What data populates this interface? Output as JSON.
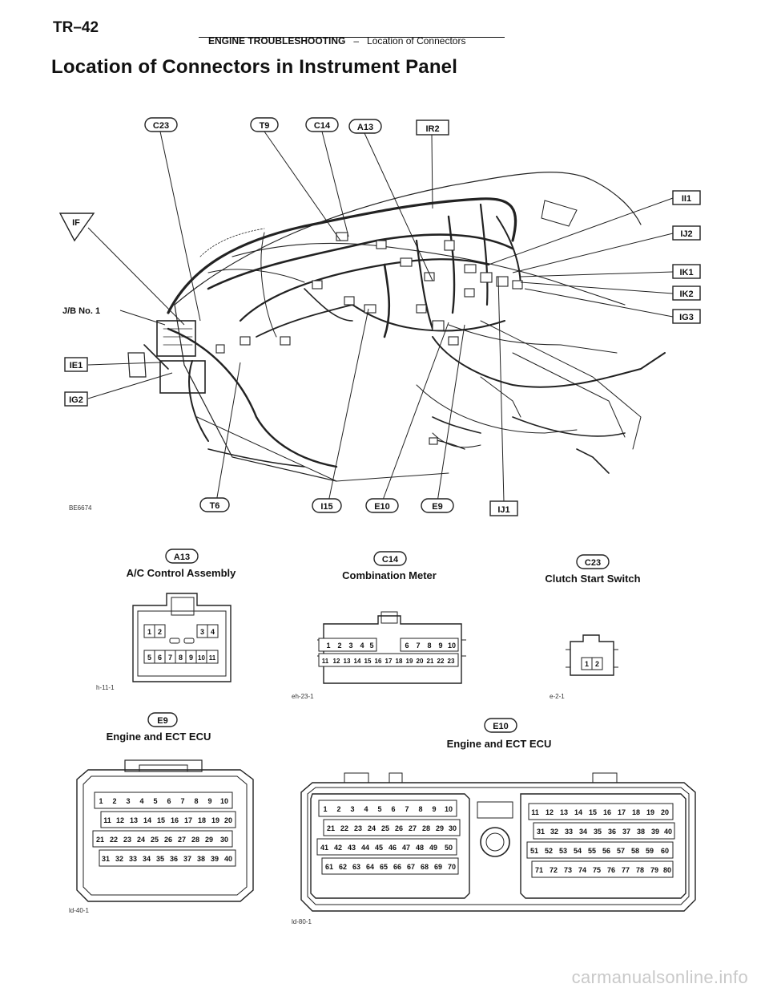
{
  "page": {
    "number": "TR–42",
    "section": "ENGINE TROUBLESHOOTING",
    "separator": "–",
    "subsection": "Location of Connectors",
    "title": "Location of Connectors in Instrument Panel",
    "watermark": "carmanualsonline.info"
  },
  "diagram": {
    "ref_code": "BE6674",
    "labels": {
      "c23": "C23",
      "t9": "T9",
      "c14": "C14",
      "a13": "A13",
      "ir2": "IR2",
      "if": "IF",
      "jb1": "J/B No. 1",
      "ie1": "IE1",
      "ig2": "IG2",
      "ii1": "II1",
      "ij2": "IJ2",
      "ik1": "IK1",
      "ik2": "IK2",
      "ig3": "IG3",
      "t6": "T6",
      "i15": "I15",
      "e10": "E10",
      "e9": "E9",
      "ij1": "IJ1"
    }
  },
  "connectors": {
    "a13": {
      "code": "A13",
      "name": "A/C Control Assembly",
      "ref": "h-11-1",
      "row1_left": [
        "1",
        "2"
      ],
      "row1_right": [
        "3",
        "4"
      ],
      "row2": [
        "5",
        "6",
        "7",
        "8",
        "9",
        "10",
        "11"
      ]
    },
    "c14": {
      "code": "C14",
      "name": "Combination Meter",
      "ref": "eh-23-1",
      "row1_left": [
        "1",
        "2",
        "3",
        "4",
        "5"
      ],
      "row1_right": [
        "6",
        "7",
        "8",
        "9",
        "10"
      ],
      "row2": [
        "11",
        "12",
        "13",
        "14",
        "15",
        "16",
        "17",
        "18",
        "19",
        "20",
        "21",
        "22",
        "23"
      ]
    },
    "c23": {
      "code": "C23",
      "name": "Clutch Start Switch",
      "ref": "e-2-1",
      "pins": [
        "1",
        "2"
      ]
    },
    "e9": {
      "code": "E9",
      "name": "Engine and ECT ECU",
      "ref": "ld-40-1",
      "rows": [
        [
          "1",
          "2",
          "3",
          "4",
          "5",
          "6",
          "7",
          "8",
          "9",
          "10"
        ],
        [
          "11",
          "12",
          "13",
          "14",
          "15",
          "16",
          "17",
          "18",
          "19",
          "20"
        ],
        [
          "21",
          "22",
          "23",
          "24",
          "25",
          "26",
          "27",
          "28",
          "29",
          "30"
        ],
        [
          "31",
          "32",
          "33",
          "34",
          "35",
          "36",
          "37",
          "38",
          "39",
          "40"
        ]
      ]
    },
    "e10": {
      "code": "E10",
      "name": "Engine and ECT ECU",
      "ref": "ld-80-1",
      "rows_left": [
        [
          "1",
          "2",
          "3",
          "4",
          "5",
          "6",
          "7",
          "8",
          "9",
          "10"
        ],
        [
          "21",
          "22",
          "23",
          "24",
          "25",
          "26",
          "27",
          "28",
          "29",
          "30"
        ],
        [
          "41",
          "42",
          "43",
          "44",
          "45",
          "46",
          "47",
          "48",
          "49",
          "50"
        ],
        [
          "61",
          "62",
          "63",
          "64",
          "65",
          "66",
          "67",
          "68",
          "69",
          "70"
        ]
      ],
      "rows_right": [
        [
          "11",
          "12",
          "13",
          "14",
          "15",
          "16",
          "17",
          "18",
          "19",
          "20"
        ],
        [
          "31",
          "32",
          "33",
          "34",
          "35",
          "36",
          "37",
          "38",
          "39",
          "40"
        ],
        [
          "51",
          "52",
          "53",
          "54",
          "55",
          "56",
          "57",
          "58",
          "59",
          "60"
        ],
        [
          "71",
          "72",
          "73",
          "74",
          "75",
          "76",
          "77",
          "78",
          "79",
          "80"
        ]
      ]
    }
  }
}
